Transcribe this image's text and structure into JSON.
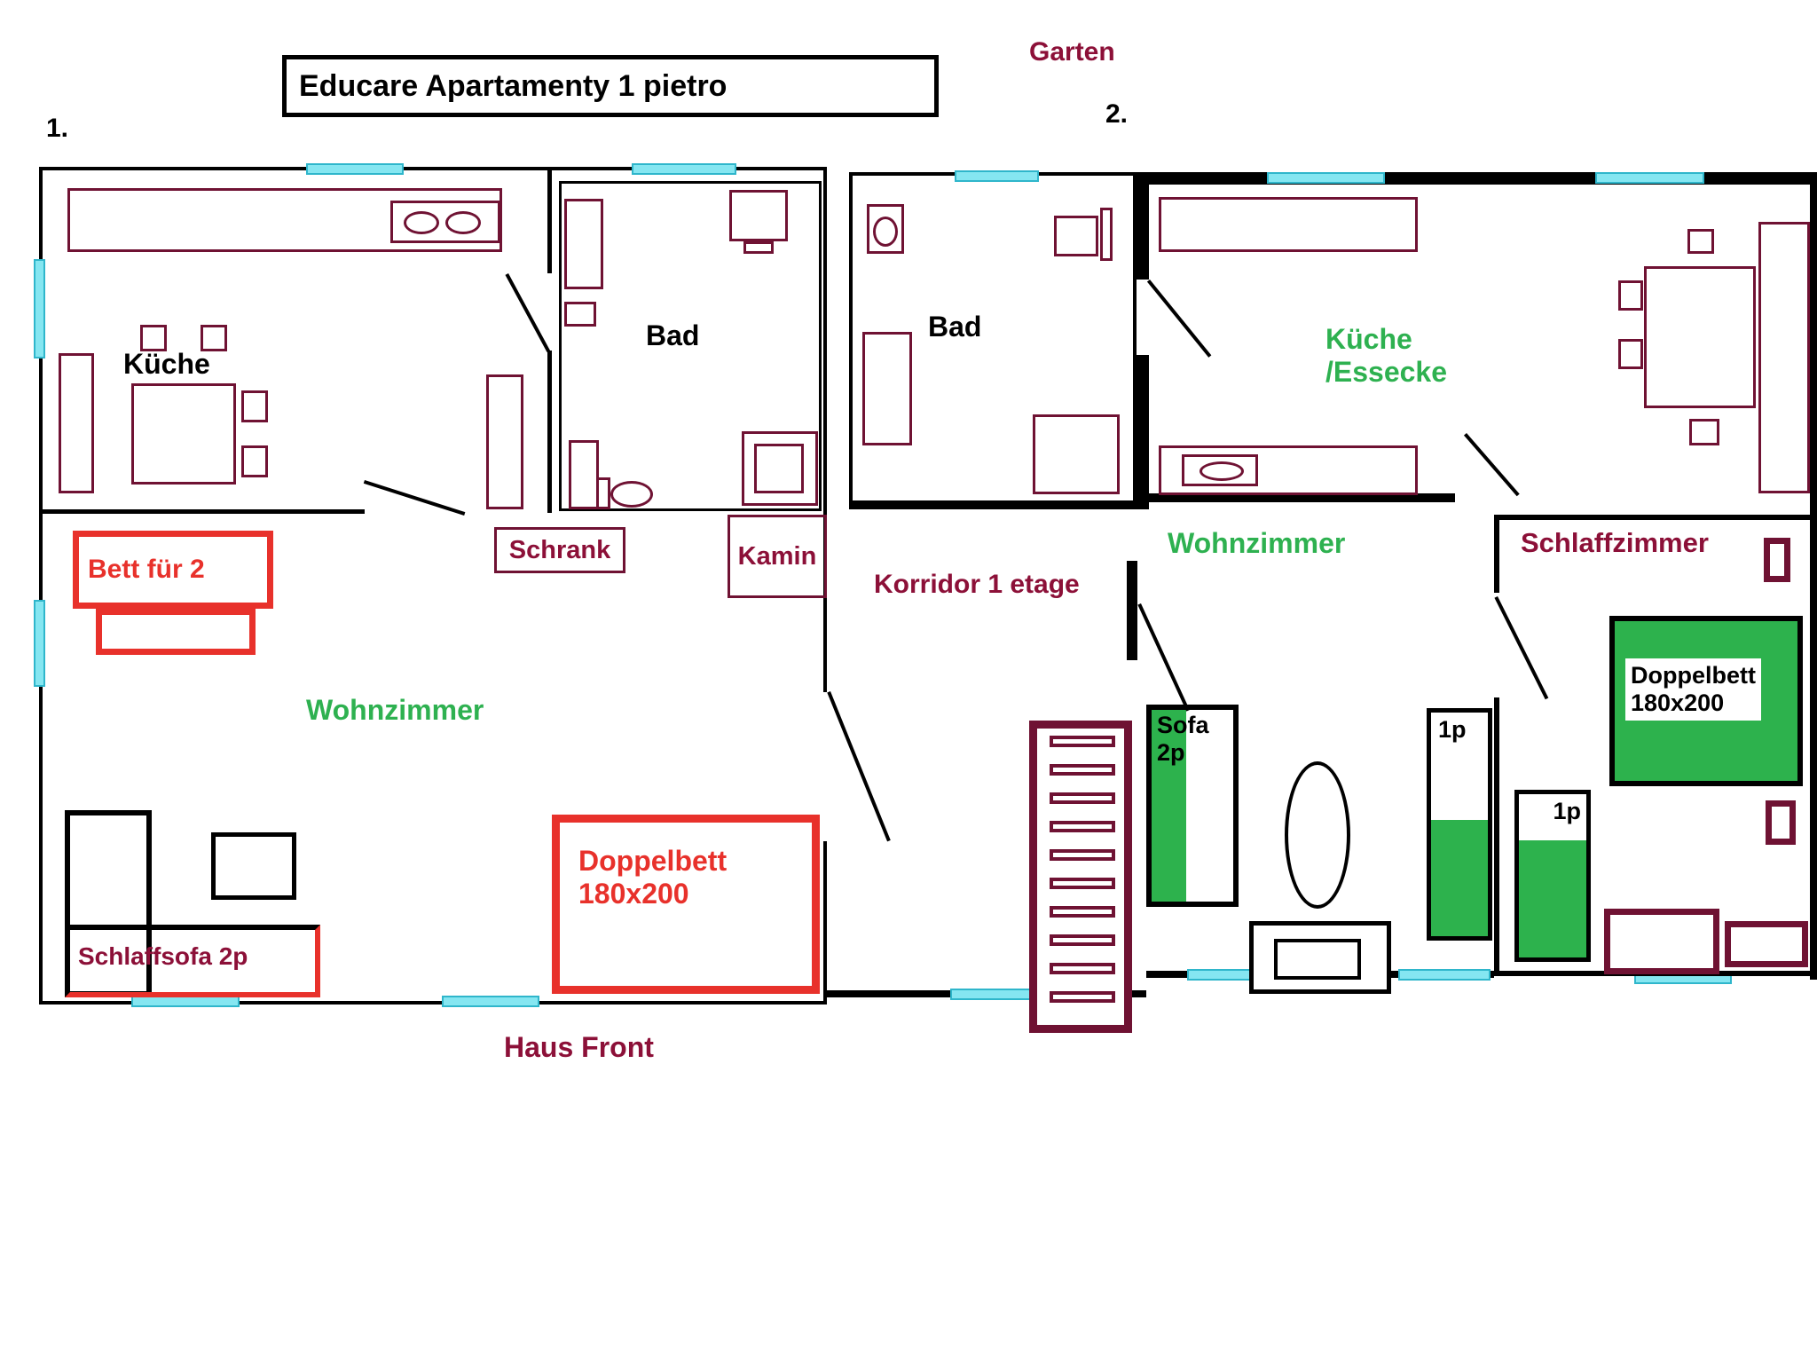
{
  "title": "Educare Apartamenty 1 pietro",
  "environment": {
    "garten": "Garten",
    "haus_front": "Haus Front"
  },
  "apartment1": {
    "number": "1.",
    "rooms": {
      "kueche": "Küche",
      "bad": "Bad",
      "wohnzimmer": "Wohnzimmer"
    },
    "items": {
      "bett_fuer_2": "Bett für 2",
      "schrank": "Schrank",
      "kamin": "Kamin",
      "schlaffsofa": "Schlaffsofa 2p",
      "doppelbett": "Doppelbett\n180x200"
    }
  },
  "apartment2": {
    "number": "2.",
    "rooms": {
      "bad": "Bad",
      "kueche_essecke": "Küche\n/Essecke",
      "wohnzimmer": "Wohnzimmer",
      "schlaffzimmer": "Schlaffzimmer",
      "korridor": "Korridor 1 etage"
    },
    "items": {
      "sofa": "Sofa\n2p",
      "bed_1p_a": "1p",
      "bed_1p_b": "1p",
      "doppelbett": "Doppelbett\n180x200"
    }
  },
  "colors": {
    "wall_black": "#000000",
    "furniture_maroon": "#6f1233",
    "label_maroon": "#8c1038",
    "highlight_red": "#e8312b",
    "green_fill": "#2db24d",
    "green_label": "#2eb150",
    "window_cyan": "#85e6f1"
  }
}
